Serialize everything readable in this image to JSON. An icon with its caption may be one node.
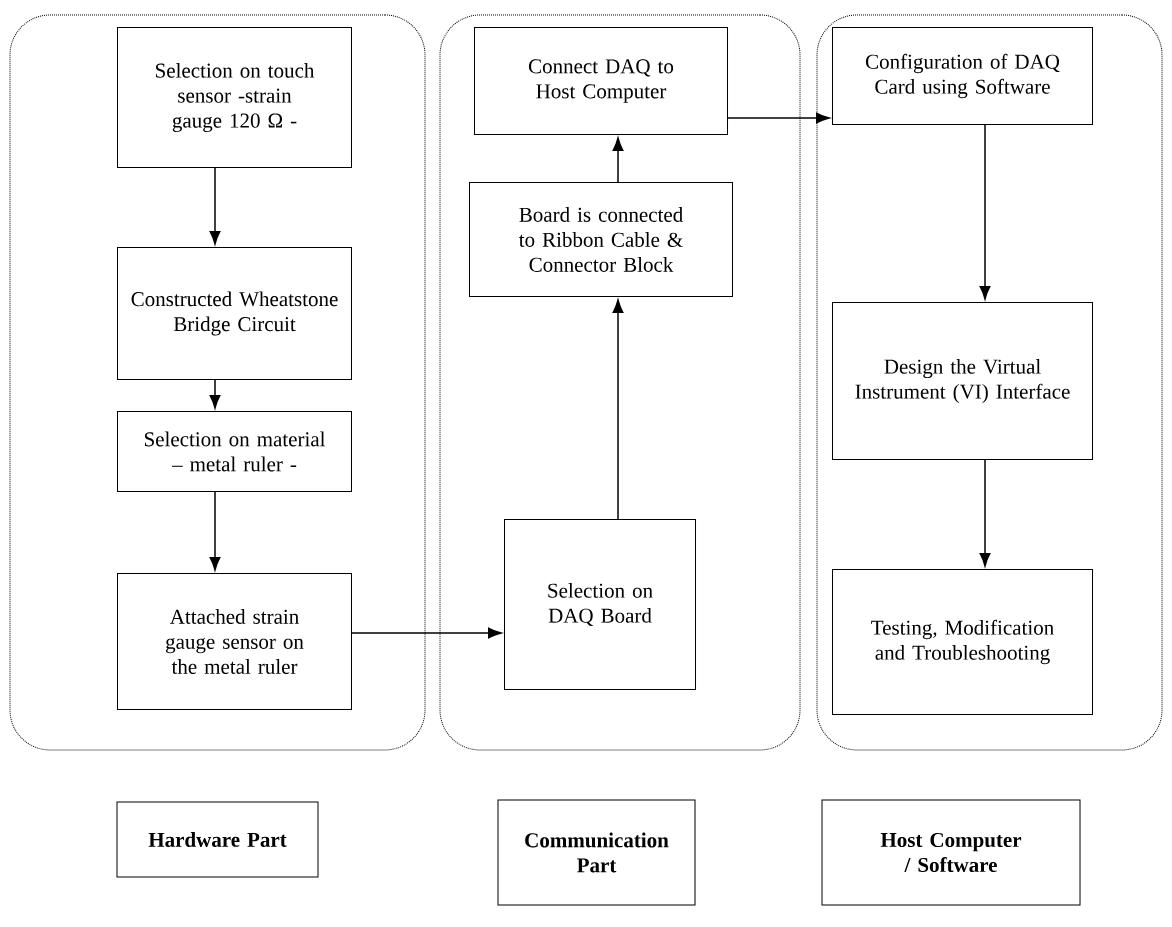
{
  "diagram": {
    "nodes": [
      {
        "text": [],
        "shape": "box"
      },
      {
        "text": [],
        "shape": "box"
      },
      {
        "text": [],
        "shape": "box"
      },
      {
        "text": [
          "Selection on touch sensor -strain gauge 120 Ω -"
        ],
        "in": 0
      },
      {
        "text": [
          "Constructed Wheatstone Bridge Circuit"
        ],
        "in": 0
      },
      {
        "text": [
          "Selection on material – metal ruler -"
        ],
        "in": 0
      },
      {
        "text": [
          "Attached strain gauge sensor on the metal ruler"
        ],
        "in": 0
      },
      {
        "text": [
          "Connect DAQ to Host Computer"
        ],
        "in": 1
      },
      {
        "text": [
          "Board is connected to Ribbon Cable & Connector Block"
        ],
        "in": 1
      },
      {
        "text": [
          "Selection on DAQ Board"
        ],
        "in": 1
      },
      {
        "text": [
          "Configuration of DAQ Card using Software"
        ],
        "in": 2
      },
      {
        "text": [
          "Design the Virtual Instrument (VI) Interface"
        ],
        "in": 2
      },
      {
        "text": [
          "Testing, Modification and Troubleshooting"
        ],
        "in": 2
      },
      {
        "text": [
          "Hardware Part"
        ]
      },
      {
        "text": [
          "Communication Part"
        ]
      },
      {
        "text": [
          "Host Computer / Software"
        ]
      }
    ],
    "edges": [
      {
        "from": 3,
        "to": 4,
        "arrow": "to"
      },
      {
        "from": 4,
        "to": 5,
        "arrow": "to"
      },
      {
        "from": 5,
        "to": 6,
        "arrow": "to"
      },
      {
        "from": 6,
        "to": 9,
        "arrow": "to"
      },
      {
        "from": 9,
        "to": 8,
        "arrow": "to"
      },
      {
        "from": 8,
        "to": 7,
        "arrow": "to"
      },
      {
        "from": 7,
        "to": 10,
        "arrow": "to"
      },
      {
        "from": 10,
        "to": 11,
        "arrow": "to"
      },
      {
        "from": 11,
        "to": 12,
        "arrow": "to"
      }
    ]
  }
}
